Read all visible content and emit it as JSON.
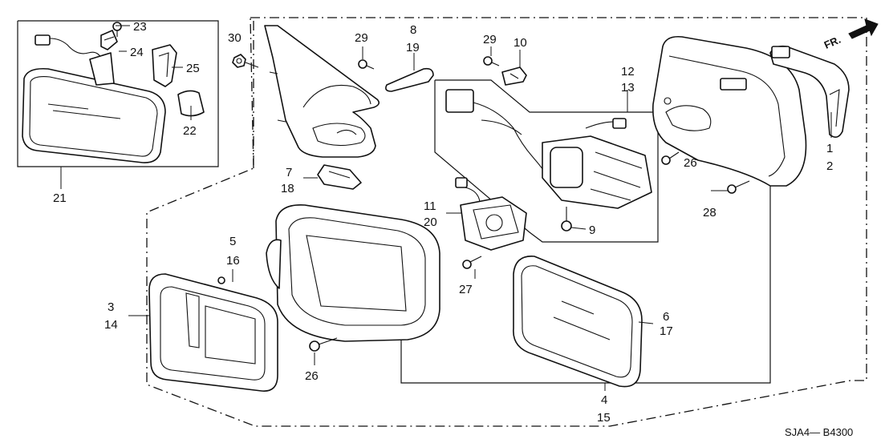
{
  "callouts": {
    "c1": "1",
    "c2": "2",
    "c3": "3",
    "c4": "4",
    "c5": "5",
    "c6": "6",
    "c7": "7",
    "c8": "8",
    "c9": "9",
    "c10": "10",
    "c11": "11",
    "c12": "12",
    "c13": "13",
    "c14": "14",
    "c15": "15",
    "c16": "16",
    "c17": "17",
    "c18": "18",
    "c19": "19",
    "c20": "20",
    "c21": "21",
    "c22": "22",
    "c23": "23",
    "c24": "24",
    "c25": "25",
    "c26a": "26",
    "c26b": "26",
    "c27": "27",
    "c28": "28",
    "c29a": "29",
    "c29b": "29",
    "c30": "30"
  },
  "direction_label": "FR.",
  "diagram_code": "SJA4— B4300"
}
